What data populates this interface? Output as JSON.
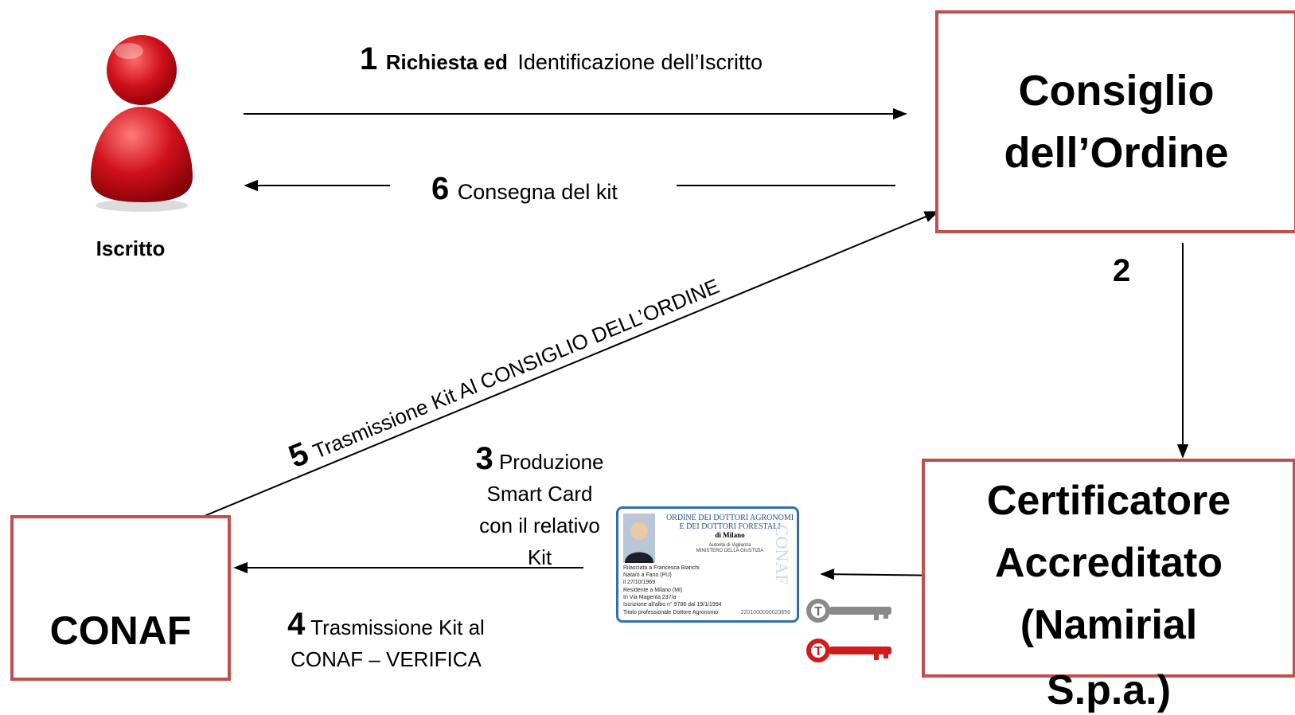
{
  "actors": {
    "iscritto": "Iscritto"
  },
  "boxes": {
    "consiglio": [
      "Consiglio",
      "dell’Ordine"
    ],
    "certificatore": [
      "Certificatore",
      "Accreditato",
      "(Namirial",
      "S.p.a.)"
    ],
    "conaf": "CONAF"
  },
  "steps": {
    "s1": {
      "num": "1",
      "bold": "Richiesta ed",
      "text": "Identificazione dell’Iscritto"
    },
    "s2": {
      "num": "2"
    },
    "s3": {
      "num": "3",
      "lines": [
        "Produzione",
        "Smart Card",
        "con il relativo",
        "Kit"
      ]
    },
    "s4": {
      "num": "4",
      "lines": [
        "Trasmissione Kit al",
        "CONAF – VERIFICA"
      ]
    },
    "s5": {
      "num": "5",
      "text": "Trasmissione Kit Al CONSIGLIO DELL’ORDINE"
    },
    "s6": {
      "num": "6",
      "text": "Consegna del kit"
    }
  },
  "card": {
    "header": [
      "ORDINE DEI DOTTORI AGRONOMI",
      "E DEI DOTTORI FORESTALI"
    ],
    "city": "di Milano",
    "authority": [
      "Autorità di Vigilanza",
      "MINISTERO DELLA GIUSTIZIA"
    ],
    "lines": [
      "Rilasciata a Francesca Bianchi",
      "Nata/o a Fano (PU)",
      "il 27/10/1969",
      "Residente a Milano (MI)",
      "In Via Magenta 237/a",
      "Iscrizione all'albo n° 9786     dal 19/1/1994",
      "Titolo professionale Dottore Agronomo"
    ],
    "code": "2201000000023656",
    "watermark": "CONAF"
  },
  "colors": {
    "box_border": "#c0504d",
    "person": "#d0101a",
    "card_border": "#2f6fb3",
    "key_grey": "#8a8a8a",
    "key_red": "#d11a1a"
  }
}
